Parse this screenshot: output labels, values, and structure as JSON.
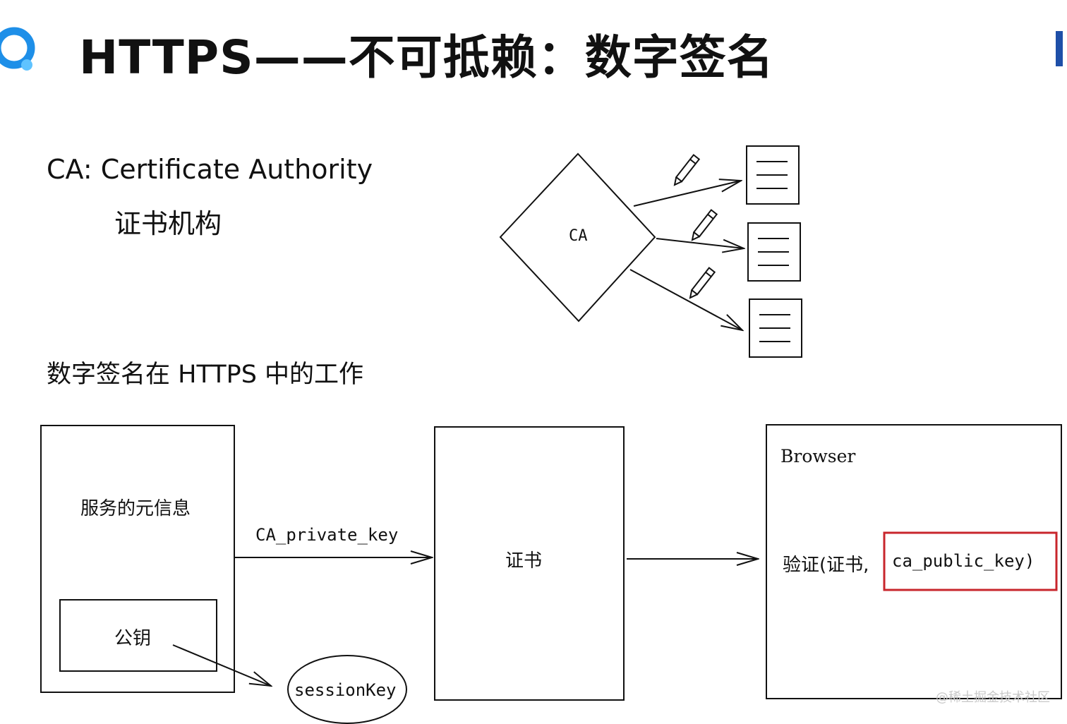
{
  "slide": {
    "title": "HTTPS——不可抵赖：数字签名",
    "ca_definition": "CA: Certificate Authority",
    "ca_chinese": "证书机构",
    "section_title": "数字签名在 HTTPS 中的工作",
    "watermark": "@稀土掘金技术社区"
  },
  "diagram": {
    "ca_node": "CA",
    "server_box_label": "服务的元信息",
    "public_key_label": "公钥",
    "session_key_label": "sessionKey",
    "arrow_label": "CA_private_key",
    "certificate_label": "证书",
    "browser_label": "Browser",
    "verify_prefix": "验证(证书,",
    "verify_key": "ca_public_key)",
    "highlight_color": "#c8262c"
  },
  "colors": {
    "brand_blue": "#1e8fe8",
    "ink": "#111111"
  }
}
